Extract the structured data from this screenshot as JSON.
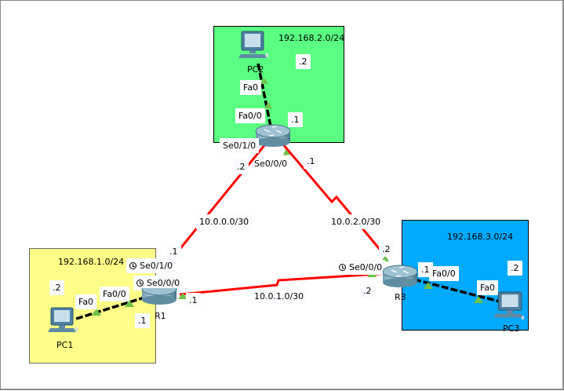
{
  "diagram": {
    "type": "network-topology",
    "colors": {
      "lan_r2": "#5aff82",
      "lan_r1": "#fdfd87",
      "lan_r3": "#00aaff",
      "serial_link": "#ff0000",
      "ethernet_link": "#000000",
      "link_up_indicator": "#6fc24a"
    },
    "areas": [
      {
        "id": "r2-lan",
        "network": "192.168.2.0/24"
      },
      {
        "id": "r1-lan",
        "network": "192.168.1.0/24"
      },
      {
        "id": "r3-lan",
        "network": "192.168.3.0/24"
      }
    ],
    "devices": {
      "pc2": {
        "name": "PC2",
        "icon": "pc-icon",
        "host_label": ".2"
      },
      "r2": {
        "name": "",
        "icon": "router-icon",
        "lan_label": ".1"
      },
      "pc1": {
        "name": "PC1",
        "icon": "pc-icon",
        "host_label": ".2"
      },
      "r1": {
        "name": "R1",
        "icon": "router-icon",
        "lan_label": ".1"
      },
      "pc3": {
        "name": "PC3",
        "icon": "pc-icon",
        "host_label": ".2"
      },
      "r3": {
        "name": "R3",
        "icon": "router-icon",
        "lan_label": ".1"
      }
    },
    "interfaces": {
      "pc2_fa0": "Fa0",
      "r2_fa00": "Fa0/0",
      "r2_se010": "Se0/1/0",
      "r2_se000": "Se0/0/0",
      "r1_se010": "Se0/1/0",
      "r1_se000": "Se0/0/0",
      "r1_fa00": "Fa0/0",
      "pc1_fa0": "Fa0",
      "r3_se000": "Se0/0/0",
      "r3_fa00": "Fa0/0",
      "pc3_fa0": "Fa0"
    },
    "links": [
      {
        "network": "10.0.0.0/30",
        "type": "serial",
        "a": "R1 Se0/1/0 .1",
        "b": "R2 Se0/1/0 .2"
      },
      {
        "network": "10.0.2.0/30",
        "type": "serial",
        "a": "R2 Se0/0/0 .1",
        "b": "R3 .2"
      },
      {
        "network": "10.0.1.0/30",
        "type": "serial",
        "a": "R1 Se0/0/0 .1",
        "b": "R3 Se0/0/0 .2"
      }
    ],
    "address_labels": {
      "l10_0_0_r1": ".1",
      "l10_0_0_r2": ".2",
      "l10_0_2_r2": ".1",
      "l10_0_2_r3": ".2",
      "l10_0_1_r1": ".1",
      "l10_0_1_r3": ".2"
    }
  }
}
